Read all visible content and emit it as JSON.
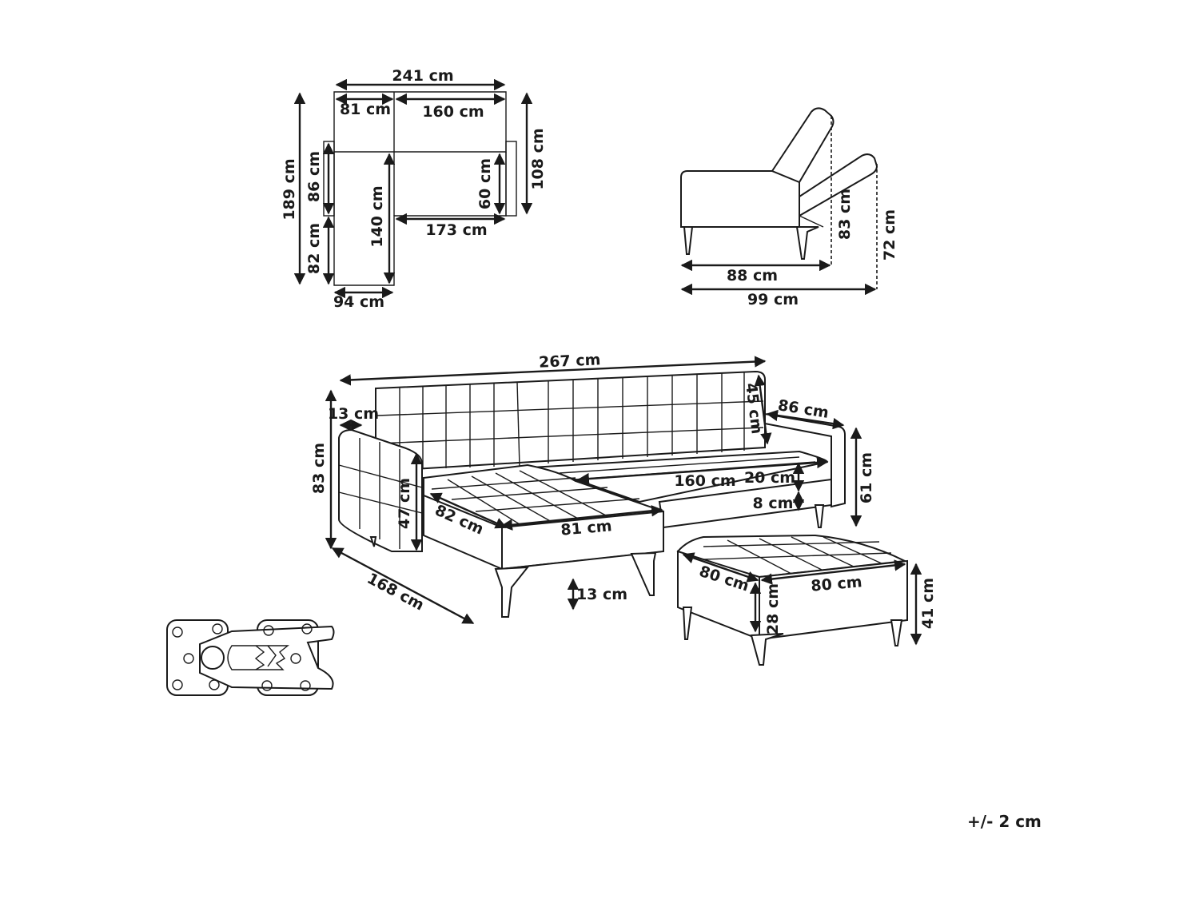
{
  "plan_view": {
    "total_width": "241 cm",
    "chaise_width_top": "81 cm",
    "sofa_section_width": "160 cm",
    "total_depth": "189 cm",
    "back_depth": "86 cm",
    "chaise_remaining": "82 cm",
    "chaise_seat_length": "140 cm",
    "chaise_width_bottom": "94 cm",
    "seat_depth": "60 cm",
    "sofa_depth": "108 cm",
    "seat_width": "173 cm"
  },
  "side_view": {
    "seat_depth_reclined": "88 cm",
    "total_depth_reclined": "99 cm",
    "backrest_height": "83 cm",
    "reclined_height": "72 cm"
  },
  "main_view": {
    "total_width": "267 cm",
    "armrest_width": "13 cm",
    "total_height": "83 cm",
    "backrest_height": "45 cm",
    "sofa_depth": "86 cm",
    "seat_height_arm": "47 cm",
    "chaise_depth": "82 cm",
    "chaise_width": "81 cm",
    "seat_width": "160 cm",
    "cushion_height": "20 cm",
    "base_height": "8 cm",
    "seat_height": "61 cm",
    "chaise_length": "168 cm",
    "leg_height": "13 cm"
  },
  "ottoman": {
    "depth": "80 cm",
    "width": "80 cm",
    "cushion_height": "28 cm",
    "height": "41 cm"
  },
  "footer": {
    "tolerance": "+/- 2 cm"
  }
}
